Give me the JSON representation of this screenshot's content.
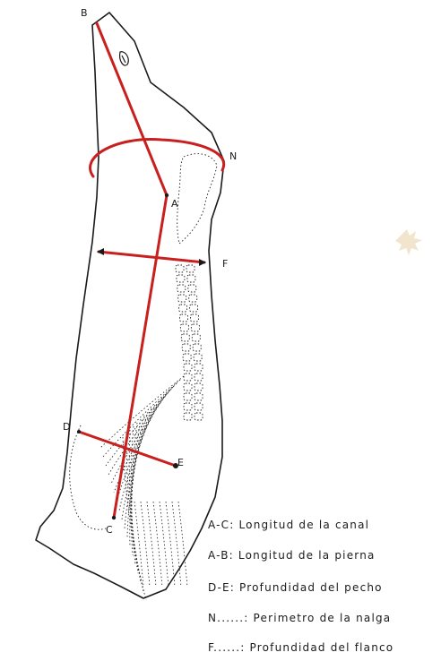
{
  "colors": {
    "ink": "#1a1a1a",
    "measure": "#c8201e",
    "stain": "#e6cfa6"
  },
  "points": {
    "A": "A",
    "B": "B",
    "C": "C",
    "D": "D",
    "E": "E",
    "F": "F",
    "N": "N"
  },
  "legend": [
    {
      "text": "A-C: Longitud de la canal"
    },
    {
      "text": "A-B: Longitud de la pierna"
    },
    {
      "text": "D-E: Profundidad del pecho"
    },
    {
      "text": "N......: Perimetro de la nalga"
    },
    {
      "text": "F......: Profundidad del flanco"
    }
  ]
}
